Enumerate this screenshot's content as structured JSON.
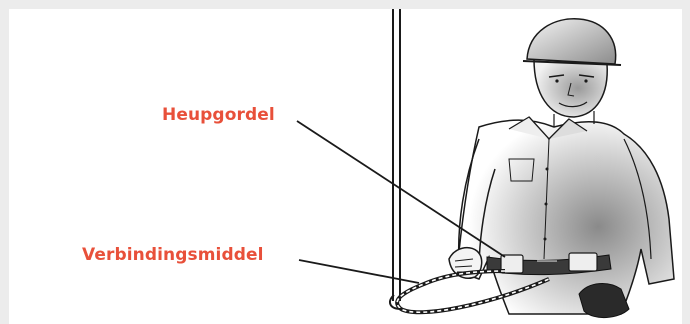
{
  "labels": {
    "heupgordel": "Heupgordel",
    "verbindingsmiddel": "Verbindingsmiddel"
  },
  "colors": {
    "label": "#e8503a",
    "background": "#ececec",
    "panel": "#ffffff",
    "line": "#1a1a1a"
  },
  "icons": {
    "figure": "worker-with-helmet-illustration",
    "pole": "vertical-pole",
    "lanyard": "lanyard-rope"
  }
}
